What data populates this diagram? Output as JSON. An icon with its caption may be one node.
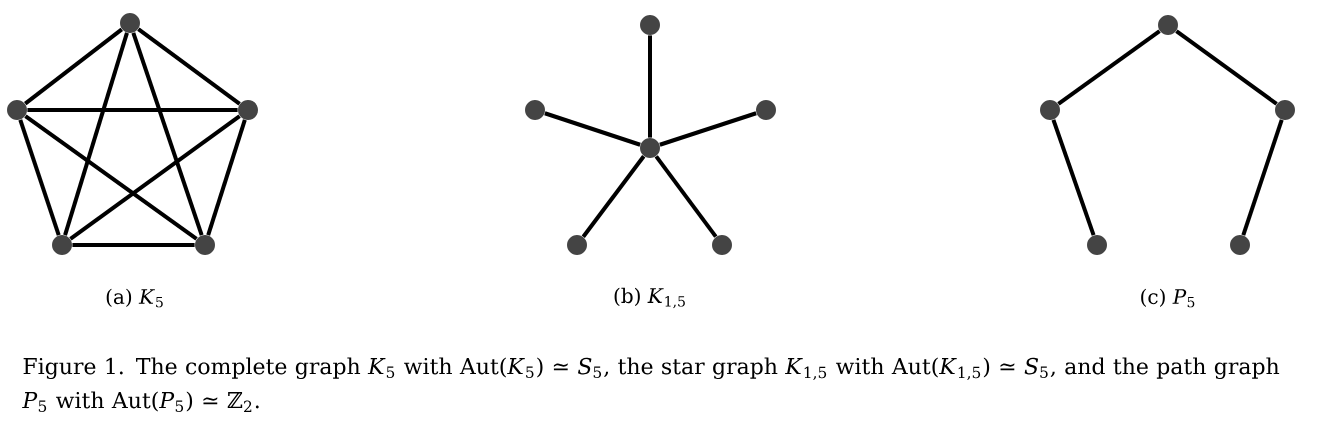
{
  "diagram": {
    "caption": "Figure 1. The complete graph *K*$_{5}$ with Aut(*K*$_{5}$) ≃ *S*$_{5}$, the star graph *K*$_{1,5}$ with Aut(*K*$_{1,5}$) ≃ *S*$_{5}$, and the path graph *P*$_{5}$ with Aut(*P*$_{5}$) ≃ ℤ$_{2}$.",
    "nodes": [
      {
        "text": [],
        "shape": "circle"
      },
      {
        "text": [],
        "shape": "circle"
      },
      {
        "text": [],
        "shape": "circle"
      },
      {
        "text": [],
        "shape": "circle"
      },
      {
        "text": [],
        "shape": "circle"
      },
      {
        "text": [],
        "shape": "circle"
      },
      {
        "text": [],
        "shape": "circle"
      },
      {
        "text": [],
        "shape": "circle"
      },
      {
        "text": [],
        "shape": "circle"
      },
      {
        "text": [],
        "shape": "circle"
      },
      {
        "text": [],
        "shape": "circle"
      },
      {
        "text": [],
        "shape": "circle"
      },
      {
        "text": [],
        "shape": "circle"
      },
      {
        "text": [],
        "shape": "circle"
      },
      {
        "text": [],
        "shape": "circle"
      },
      {
        "text": [],
        "shape": "circle"
      }
    ],
    "edges": [
      {
        "from": 0,
        "to": 1,
        "arrow": "none"
      },
      {
        "from": 0,
        "to": 2,
        "arrow": "none"
      },
      {
        "from": 0,
        "to": 3,
        "arrow": "none"
      },
      {
        "from": 0,
        "to": 4,
        "arrow": "none"
      },
      {
        "from": 1,
        "to": 2,
        "arrow": "none"
      },
      {
        "from": 1,
        "to": 3,
        "arrow": "none"
      },
      {
        "from": 1,
        "to": 4,
        "arrow": "none"
      },
      {
        "from": 2,
        "to": 3,
        "arrow": "none"
      },
      {
        "from": 2,
        "to": 4,
        "arrow": "none"
      },
      {
        "from": 3,
        "to": 4,
        "arrow": "none"
      },
      {
        "from": 8,
        "to": 5,
        "arrow": "none"
      },
      {
        "from": 8,
        "to": 6,
        "arrow": "none"
      },
      {
        "from": 8,
        "to": 7,
        "arrow": "none"
      },
      {
        "from": 8,
        "to": 9,
        "arrow": "none"
      },
      {
        "from": 8,
        "to": 10,
        "arrow": "none"
      },
      {
        "from": 14,
        "to": 12,
        "arrow": "none"
      },
      {
        "from": 12,
        "to": 11,
        "arrow": "none"
      },
      {
        "from": 11,
        "to": 13,
        "arrow": "none"
      },
      {
        "from": 13,
        "to": 15,
        "arrow": "none"
      }
    ],
    "labels": [
      "(a) *K*$_{5}$",
      "(b) *K*$_{1,5}$",
      "(c) *P*$_{5}$"
    ]
  }
}
